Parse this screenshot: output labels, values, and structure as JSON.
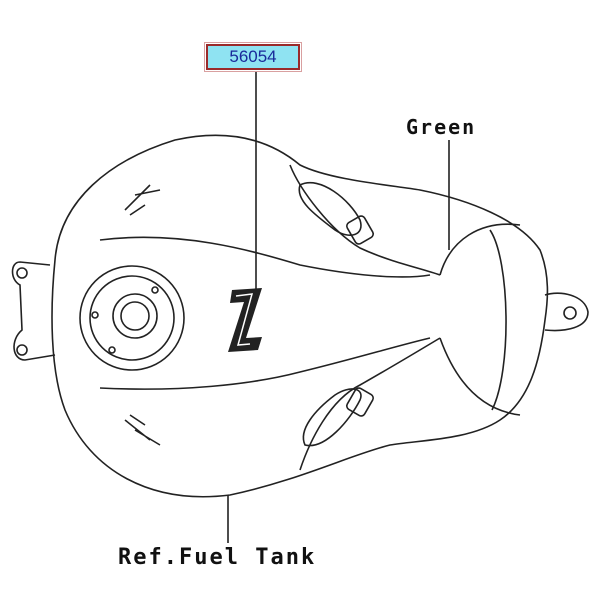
{
  "part_number": "56054",
  "labels": {
    "color_note": "Green",
    "reference": "Ref.Fuel Tank"
  }
}
